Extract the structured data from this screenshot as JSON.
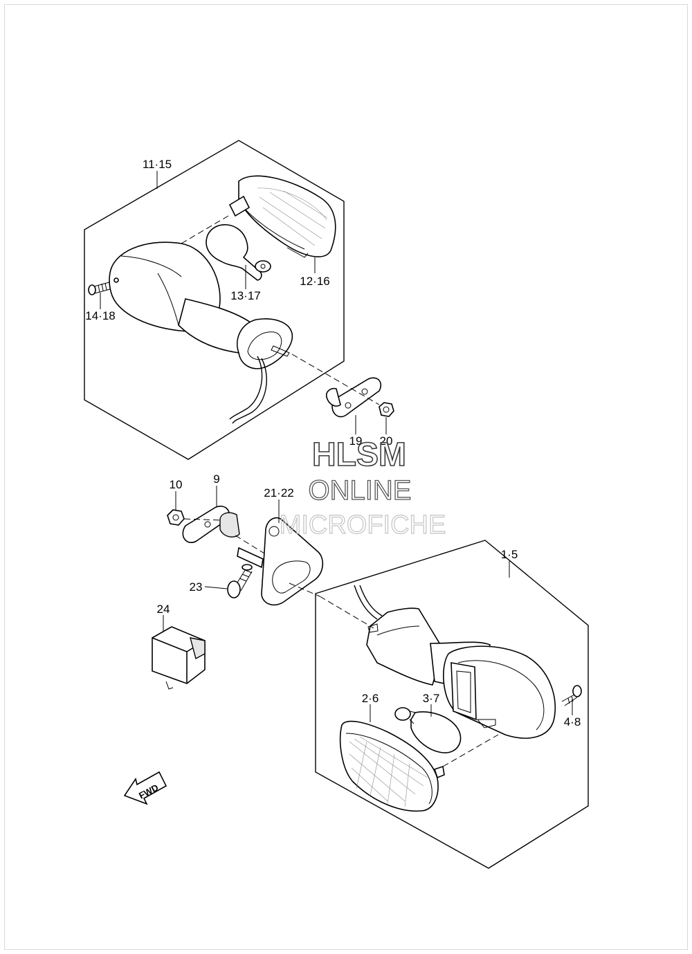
{
  "labels": {
    "box_upper": "11·15",
    "lens_upper": "12·16",
    "bulb_upper": "13·17",
    "screw_upper": "14·18",
    "gasket_upper": "19",
    "nut_upper": "20",
    "nut_lower": "10",
    "gasket_lower": "9",
    "bracket": "21·22",
    "bolt": "23",
    "relay": "24",
    "box_lower": "1·5",
    "lens_lower": "2·6",
    "bulb_lower": "3·7",
    "screw_lower": "4·8"
  },
  "watermark": {
    "line1": "HLSM",
    "line2": "ONLINE",
    "line3": "MICROFICHE"
  },
  "fwd_arrow": {
    "text": "FWD"
  }
}
